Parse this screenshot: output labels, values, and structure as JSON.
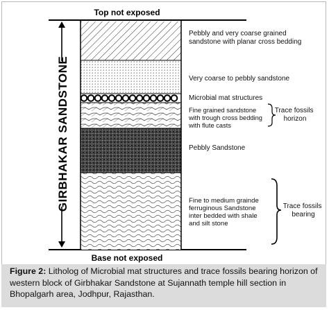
{
  "top_label": "Top not exposed",
  "base_label": "Base not exposed",
  "formation_label": "GIRBHAKAR SANDSTONE",
  "layers": [
    {
      "pattern": "diagonal-hatch",
      "description": [
        "Pebbly and very coarse grained",
        "sandstone with planar cross bedding"
      ]
    },
    {
      "pattern": "dotted",
      "description": [
        "Very coarse to pebbly sandstone"
      ]
    },
    {
      "pattern": "microbial-mat",
      "description": [
        "Microbial mat structures"
      ]
    },
    {
      "pattern": "trough-cross-bedding",
      "description": [
        "Fine grained sandstone",
        "with trough cross bedding",
        "with flute casts"
      ]
    },
    {
      "pattern": "crosshatch-pebbly",
      "description": [
        "Pebbly Sandstone"
      ]
    },
    {
      "pattern": "wavy-ferruginous",
      "description": [
        "Fine to medium grainde",
        "ferruginous Sandstone",
        "inter bedded with shale",
        "and silt stone"
      ]
    }
  ],
  "brackets": [
    {
      "label": [
        "Trace  fossils",
        "horizon"
      ]
    },
    {
      "label": [
        "Trace  fossils",
        "bearing"
      ]
    }
  ],
  "caption": {
    "label": "Figure 2:",
    "text": " Litholog of Microbial mat structures and trace fossils bearing horizon of western block of Girbhakar Sandstone at Sujannath temple hill section in Bhopalgarh area, Jodhpur, Rajasthan."
  }
}
